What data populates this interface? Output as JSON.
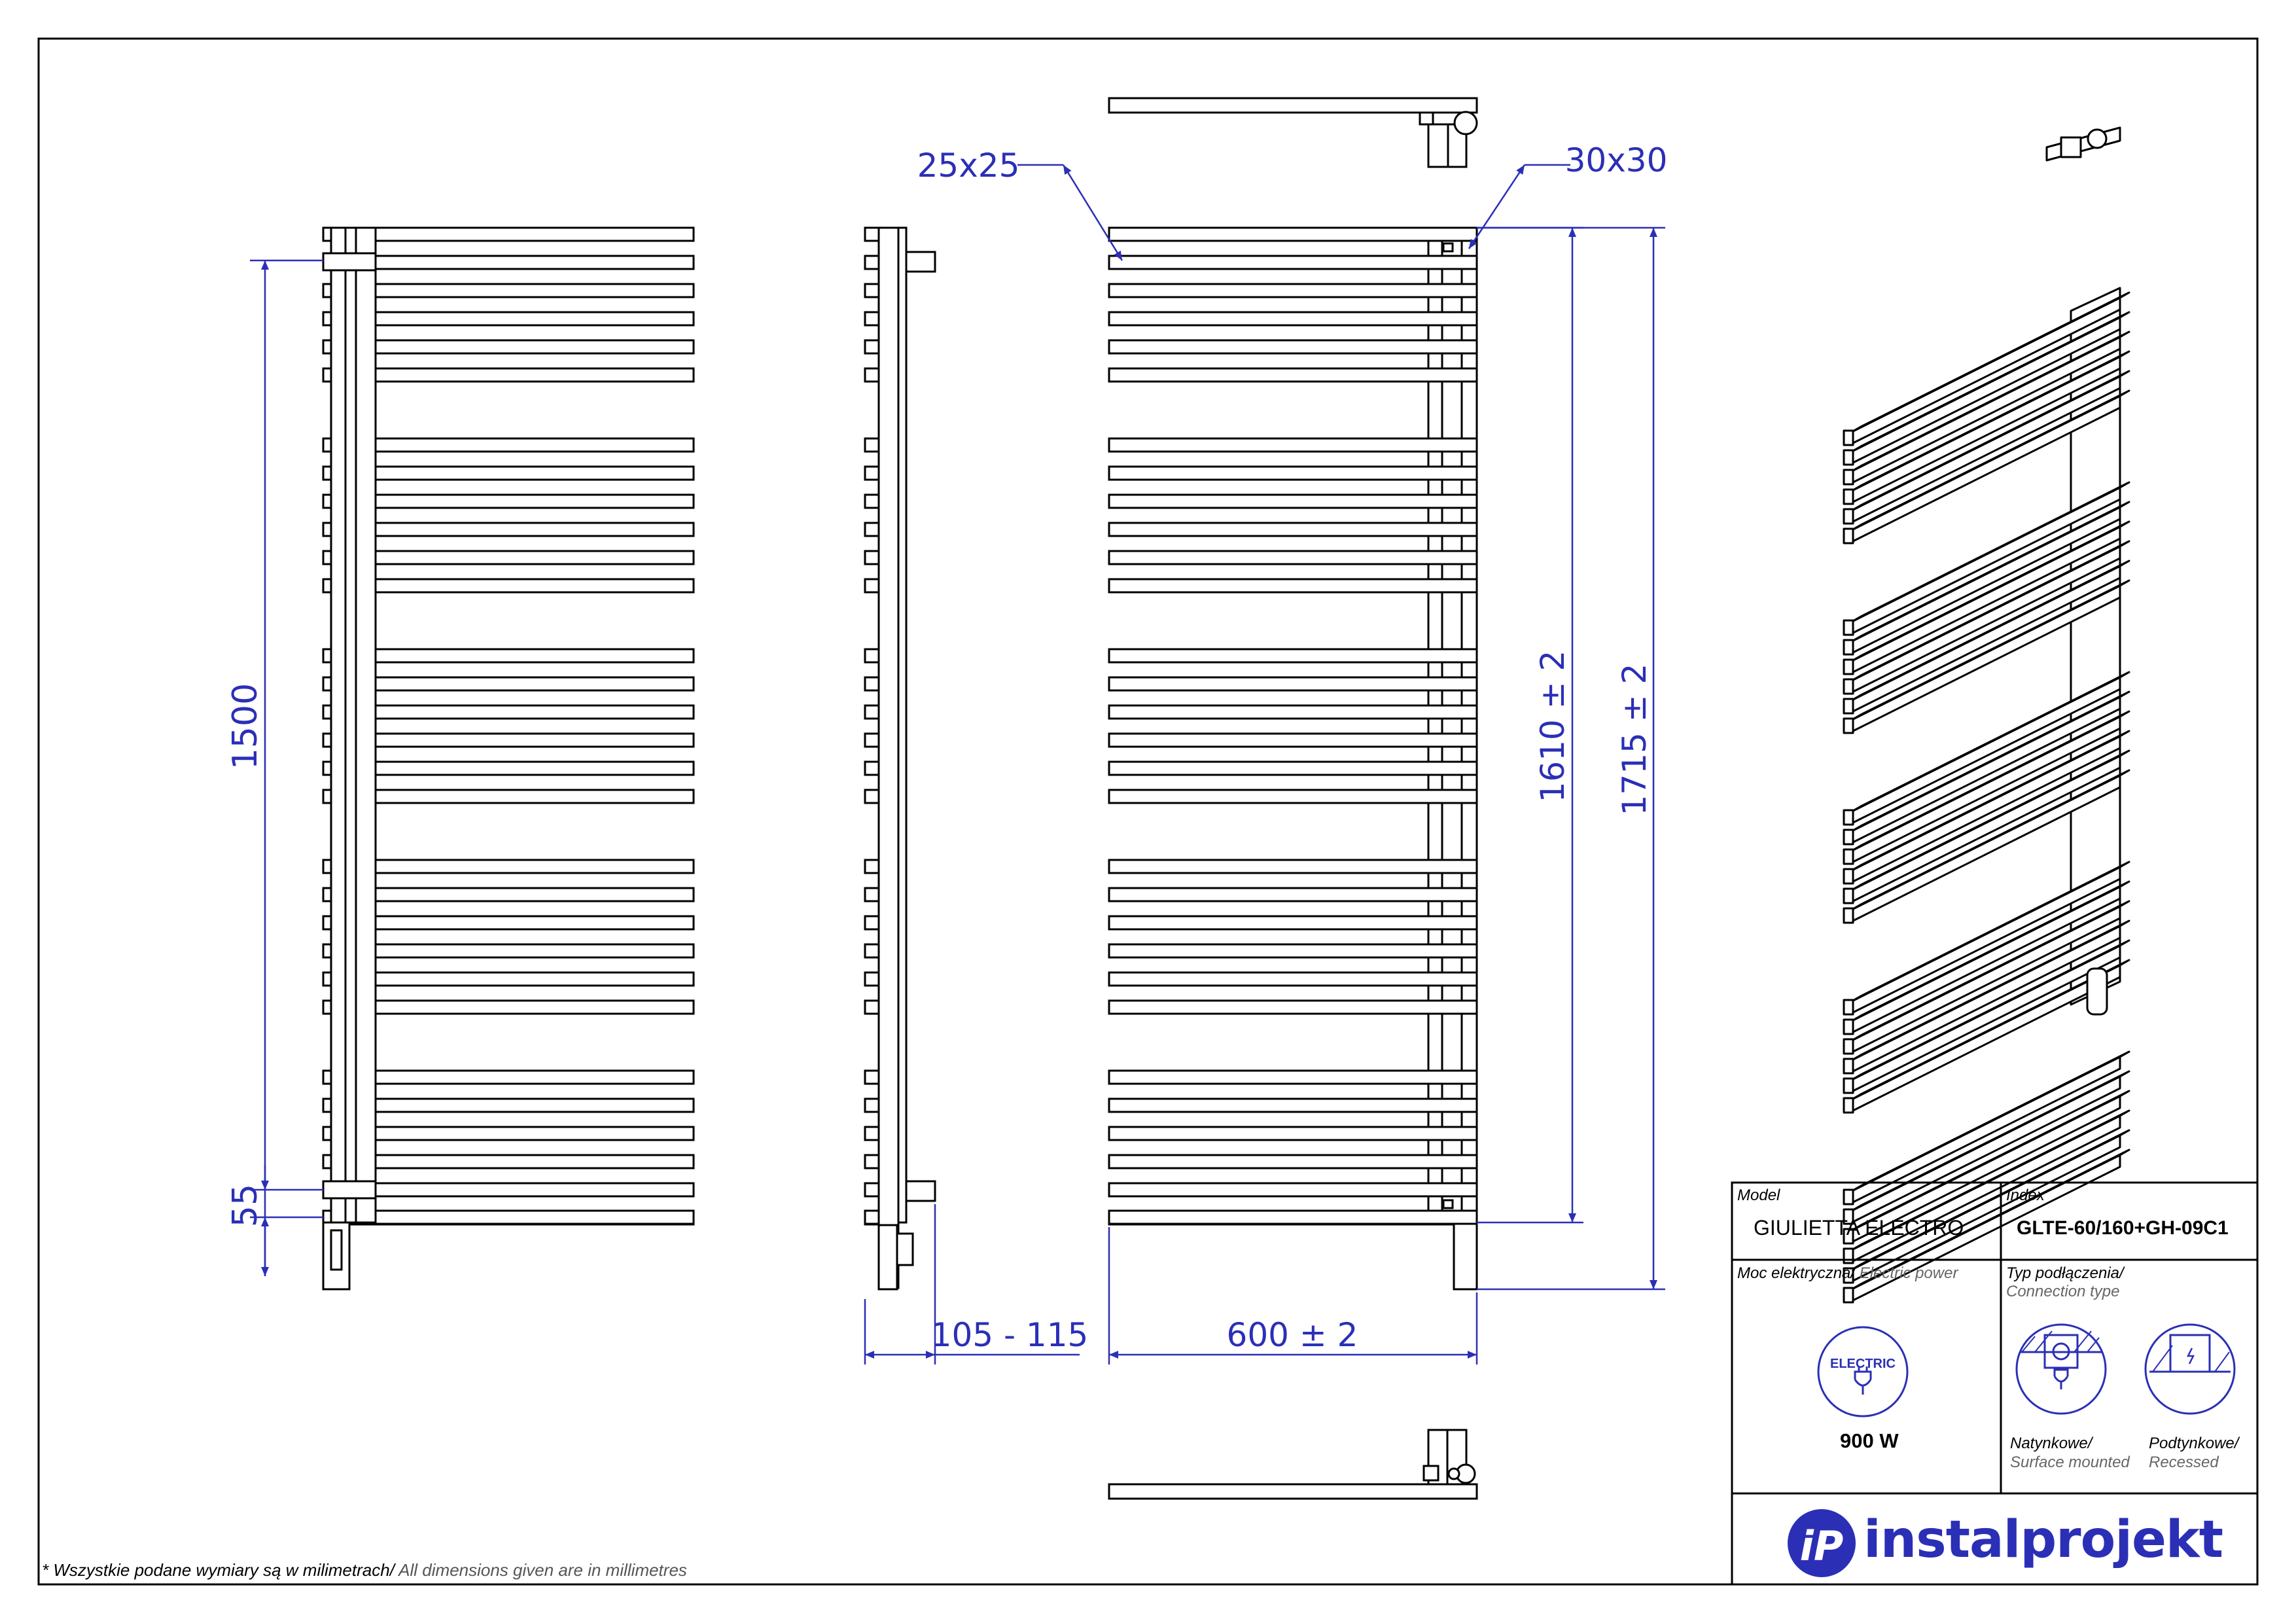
{
  "dimensions": {
    "rail_spacing": "1500",
    "bottom_offset": "55",
    "depth": "105 - 115",
    "width": "600  ± 2",
    "height_inner": "1610  ± 2",
    "height_total": "1715  ± 2",
    "tube_small": "25x25",
    "tube_large": "30x30"
  },
  "title_block": {
    "model_label": "Model",
    "model_value": "GIULIETTA ELECTRO",
    "index_label": "Index",
    "index_value": "GLTE-60/160+GH-09C1",
    "power_label": "Moc elektryczna/",
    "power_label_en": " Electric power",
    "power_value": "900 W",
    "electric_badge": "ELECTRIC",
    "connection_label": "Typ podłączenia/",
    "connection_label_en": "Connection type",
    "surface_label": "Natynkowe/",
    "surface_label_en": "Surface mounted",
    "recessed_label": "Podtynkowe/",
    "recessed_label_en": "Recessed"
  },
  "brand": {
    "name": "instalprojekt",
    "mark": "iP",
    "color": "#2b2fb6"
  },
  "footnote": {
    "pl": "* Wszystkie podane wymiary są w milimetrach/",
    "en": " All dimensions given are in millimetres"
  },
  "colors": {
    "dimension": "#2b2fb6",
    "line": "#000000"
  }
}
